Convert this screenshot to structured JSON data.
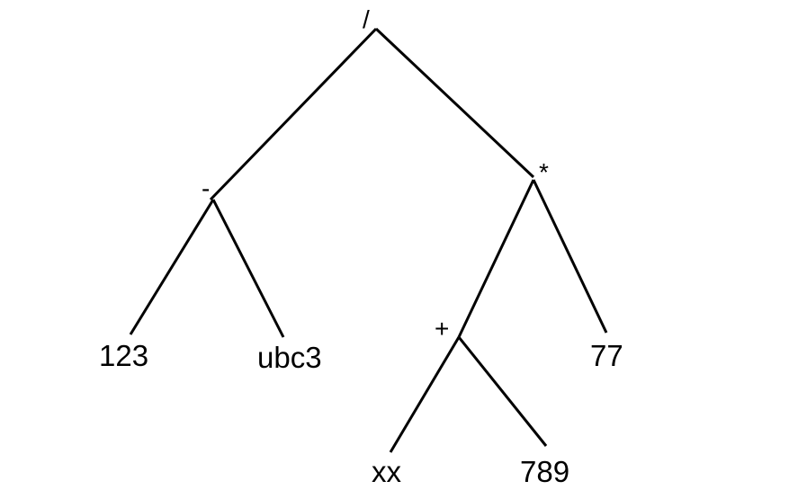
{
  "diagram": {
    "type": "expression-tree",
    "nodes": {
      "root": "/",
      "minus": "-",
      "times": "*",
      "plus": "+",
      "leaf_123": "123",
      "leaf_ubc3": "ubc3",
      "leaf_77": "77",
      "leaf_xx": "xx",
      "leaf_789": "789"
    },
    "edges": [
      [
        "/",
        "-"
      ],
      [
        "/",
        "*"
      ],
      [
        "-",
        "123"
      ],
      [
        "-",
        "ubc3"
      ],
      [
        "*",
        "+"
      ],
      [
        "*",
        "77"
      ],
      [
        "+",
        "xx"
      ],
      [
        "+",
        "789"
      ]
    ],
    "colors": {
      "line": "#000000",
      "text": "#000000",
      "background": "#ffffff"
    }
  }
}
